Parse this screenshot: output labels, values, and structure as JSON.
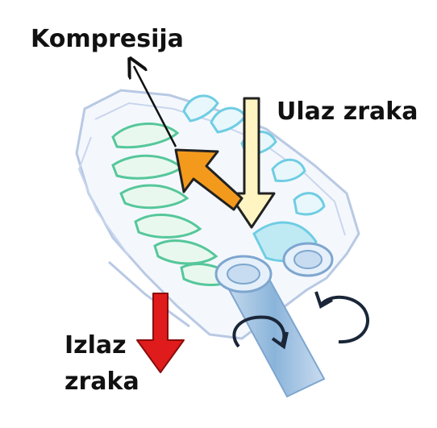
{
  "labels": {
    "compression": "Kompresija",
    "air_in": "Ulaz zraka",
    "air_out_line1": "Izlaz",
    "air_out_line2": "zraka"
  },
  "colors": {
    "background": "#ffffff",
    "housing_outline": "#b9c9e4",
    "housing_fill": "#f4f8fd",
    "male_rotor_lobes": "#56c79a",
    "female_rotor_lobes": "#6fcde3",
    "shaft": "#8ab4da",
    "compression_arrow": "#f39a1d",
    "air_in_arrow": "#fff5c2",
    "air_out_arrow": "#e01b1b",
    "rotation_arrows": "#1a2638"
  },
  "icons": [
    "compression-arrow",
    "air-in-arrow",
    "air-out-arrow",
    "rotation-arrow-left",
    "rotation-arrow-right",
    "pointer-arrow"
  ]
}
